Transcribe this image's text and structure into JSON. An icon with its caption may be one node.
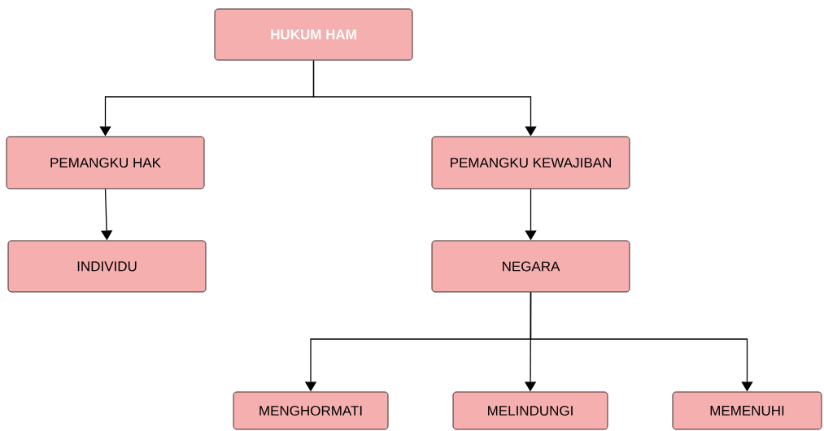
{
  "diagram": {
    "nodes": [
      {
        "text": [
          "HUKUM HAM"
        ]
      },
      {
        "text": [
          "PEMANGKU HAK"
        ]
      },
      {
        "text": [
          "PEMANGKU KEWAJIBAN"
        ]
      },
      {
        "text": [
          "INDIVIDU"
        ]
      },
      {
        "text": [
          "NEGARA"
        ]
      },
      {
        "text": [
          "MENGHORMATI"
        ]
      },
      {
        "text": [
          "MELINDUNGI"
        ]
      },
      {
        "text": [
          "MEMENUHI"
        ]
      }
    ],
    "edges": [
      {
        "from": 0,
        "to": 1,
        "arrow": "to"
      },
      {
        "from": 0,
        "to": 2,
        "arrow": "to"
      },
      {
        "from": 1,
        "to": 3,
        "arrow": "to"
      },
      {
        "from": 2,
        "to": 4,
        "arrow": "to"
      },
      {
        "from": 4,
        "to": 5,
        "arrow": "to"
      },
      {
        "from": 4,
        "to": 6,
        "arrow": "to"
      },
      {
        "from": 4,
        "to": 7,
        "arrow": "to"
      }
    ]
  }
}
